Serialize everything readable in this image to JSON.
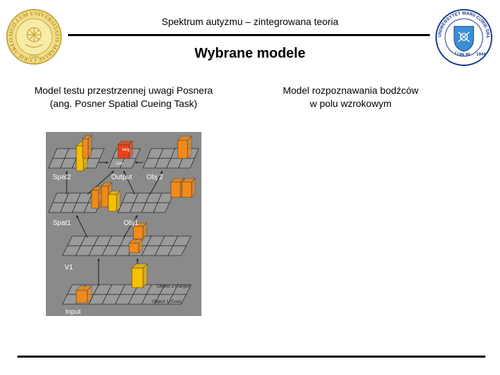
{
  "header": {
    "course_title": "Spektrum autyzmu – zintegrowana teoria"
  },
  "slide": {
    "title": "Wybrane modele"
  },
  "left_column": {
    "caption_line1": "Model testu przestrzennej uwagi Posnera",
    "caption_line2": "(ang. Posner Spatial Cueing Task)"
  },
  "right_column": {
    "caption_line1": "Model rozpoznawania bodźców",
    "caption_line2": "w polu wzrokowym"
  },
  "diagram": {
    "layers": {
      "spat2": "Spat2",
      "output": "Output",
      "obj2": "Obj 2",
      "spat1": "Spat1",
      "obj1": "Obj1",
      "v1": "V1",
      "input": "Input"
    },
    "units": {
      "targ": "targ",
      "cue": "cue"
    },
    "annotations": {
      "object2": "Object 2 (Target)",
      "object1": "Object 1 (Cue)"
    },
    "colors": {
      "background": "#8a8a8a",
      "grid": "#9a9a9a",
      "orange": "#f08a1c",
      "yellow": "#f5c000",
      "red": "#e8411a"
    }
  },
  "logos": {
    "left": {
      "text_top": "SIGILLUM UNIVERSITATIS MARIAE CURIE-SKŁODOWSKA",
      "year": "1944"
    },
    "right": {
      "text_top": "UNIWERSYTET MARII CURIE-SKŁODOWSKIEJ",
      "text_bottom": "LUBLIN",
      "year": "1944"
    }
  }
}
